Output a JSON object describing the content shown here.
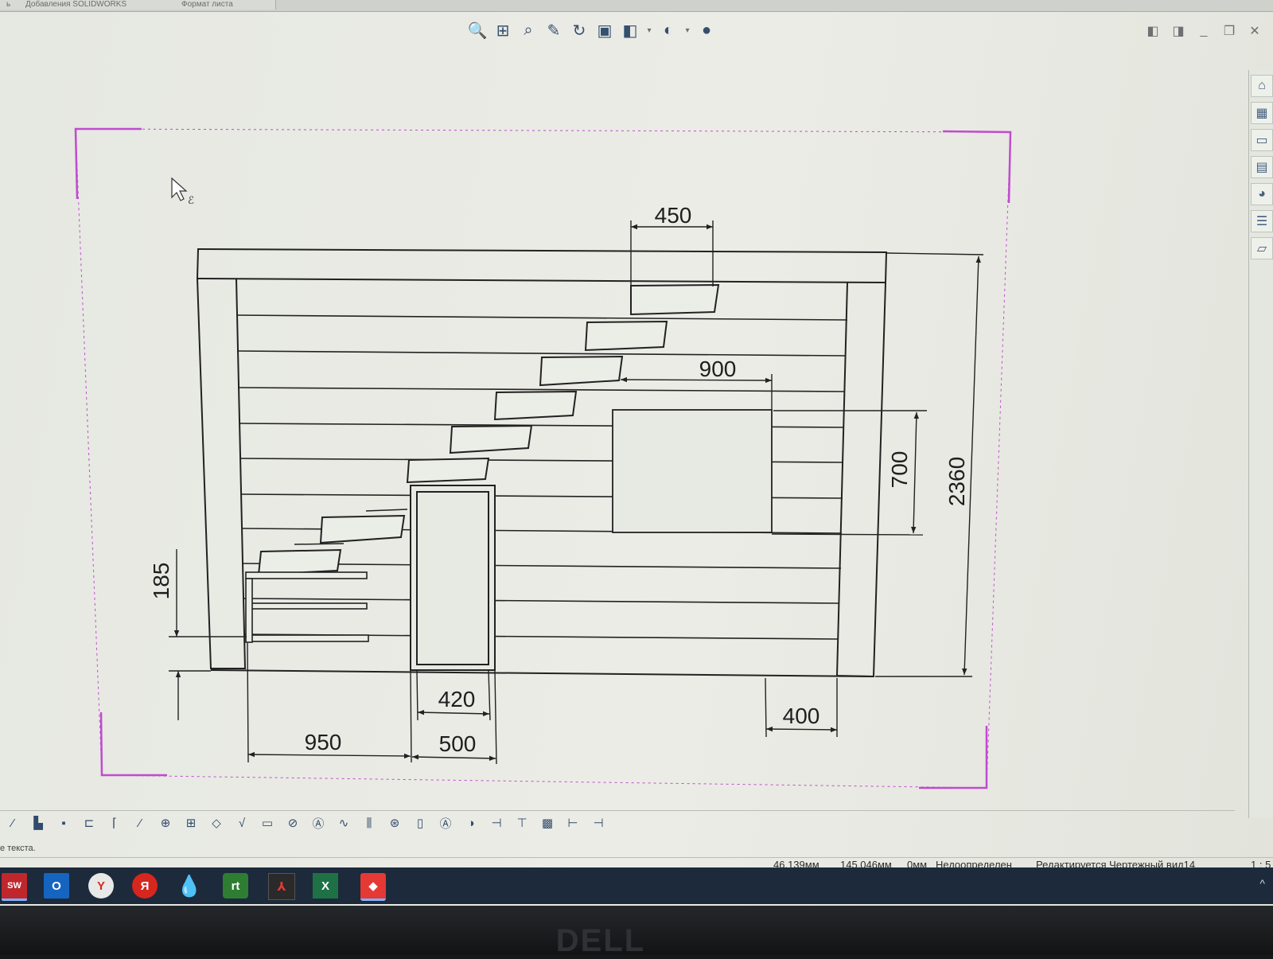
{
  "tabs": [
    "ь",
    "Добавления SOLIDWORKS",
    "Формат листа"
  ],
  "headsup_icons": [
    "zoom-fit-icon",
    "zoom-area-icon",
    "zoom-in-out-icon",
    "pan-icon",
    "rotate-icon",
    "view-settings-icon",
    "display-style-icon",
    "hide-show-icon",
    "appearance-icon"
  ],
  "window_controls": [
    "tile-left-icon",
    "tile-right-icon",
    "minimize-icon",
    "restore-icon",
    "close-icon"
  ],
  "task_pane": [
    "home-icon",
    "library-icon",
    "folder-icon",
    "view-palette-icon",
    "appearance-icon",
    "properties-icon",
    "forum-icon"
  ],
  "drawing": {
    "dimensions": {
      "tread_depth": "450",
      "opening_width": "900",
      "opening_height": "700",
      "total_height": "2360",
      "step_height": "185",
      "door_width": "420",
      "lower_width": "950",
      "door_outer": "500",
      "right_gap": "400"
    }
  },
  "command_bar": [
    "smart-dimension-icon",
    "model-items-icon",
    "spell-check-icon",
    "format-painter-icon",
    "note-icon",
    "linear-pattern-icon",
    "balloon-icon",
    "auto-balloon-icon",
    "magnetic-line-icon",
    "surface-finish-icon",
    "weld-symbol-icon",
    "hole-callout-icon",
    "gtol-icon",
    "datum-feature-icon",
    "datum-target-icon",
    "blocks-icon",
    "center-mark-icon",
    "centerline-icon",
    "area-hatch-icon",
    "revision-cloud-icon",
    "table-icon",
    "layer-icon",
    "move-icon",
    "align-icon",
    "attach-icon",
    "detach-icon",
    "line-format-icon",
    "layer-props-icon"
  ],
  "prompt": "е текста.",
  "status": {
    "x": "46.139мм",
    "y": "145.046мм",
    "z": "0мм",
    "state": "Недоопределен",
    "editing": "Редактируется Чертежный вид14",
    "scale": "1 : 5"
  },
  "taskbar": {
    "sw": "SW",
    "outlook": "O",
    "ybrowser": "Y",
    "yandex": "Я",
    "rt": "rt",
    "pdf": "⅄",
    "excel": "X",
    "anydesk": "◆"
  },
  "monitor_brand": "DELL"
}
